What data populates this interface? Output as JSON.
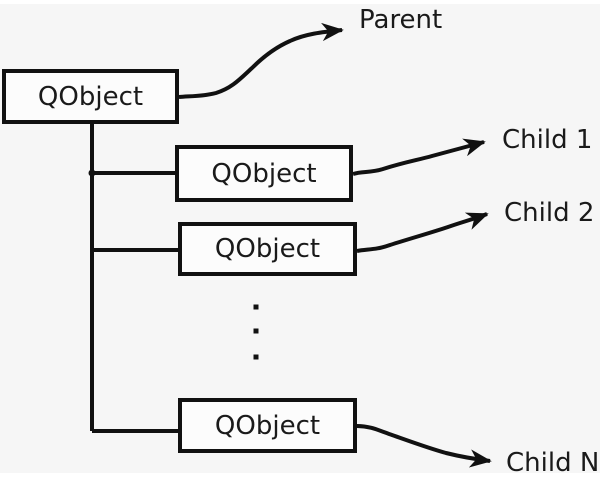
{
  "diagram": {
    "type": "tree",
    "nodes": [
      {
        "id": "parent-object",
        "label": "QObject",
        "role": "parent"
      },
      {
        "id": "child-object-1",
        "label": "QObject",
        "role": "child 1"
      },
      {
        "id": "child-object-2",
        "label": "QObject",
        "role": "child 2"
      },
      {
        "id": "child-object-n",
        "label": "QObject",
        "role": "child N"
      }
    ],
    "annotations": {
      "parent": "Parent",
      "child1": "Child 1",
      "child2": "Child 2",
      "childn": "Child N"
    },
    "edges": [
      {
        "from": "parent-object",
        "to": "Parent",
        "style": "curved-arrow"
      },
      {
        "from": "child-object-1",
        "to": "Child 1",
        "style": "curved-arrow"
      },
      {
        "from": "child-object-2",
        "to": "Child 2",
        "style": "curved-arrow"
      },
      {
        "from": "child-object-n",
        "to": "Child N",
        "style": "curved-arrow"
      },
      {
        "from": "parent-object",
        "to": "child-object-1",
        "style": "tree-line"
      },
      {
        "from": "parent-object",
        "to": "child-object-2",
        "style": "tree-line"
      },
      {
        "from": "parent-object",
        "to": "child-object-n",
        "style": "tree-line"
      }
    ],
    "ellipsis_dot_count": 3,
    "colors": {
      "stroke": "#111111",
      "box_fill": "#fcfcfc",
      "background": "#f6f6f6",
      "text": "#1a1a1a"
    }
  }
}
